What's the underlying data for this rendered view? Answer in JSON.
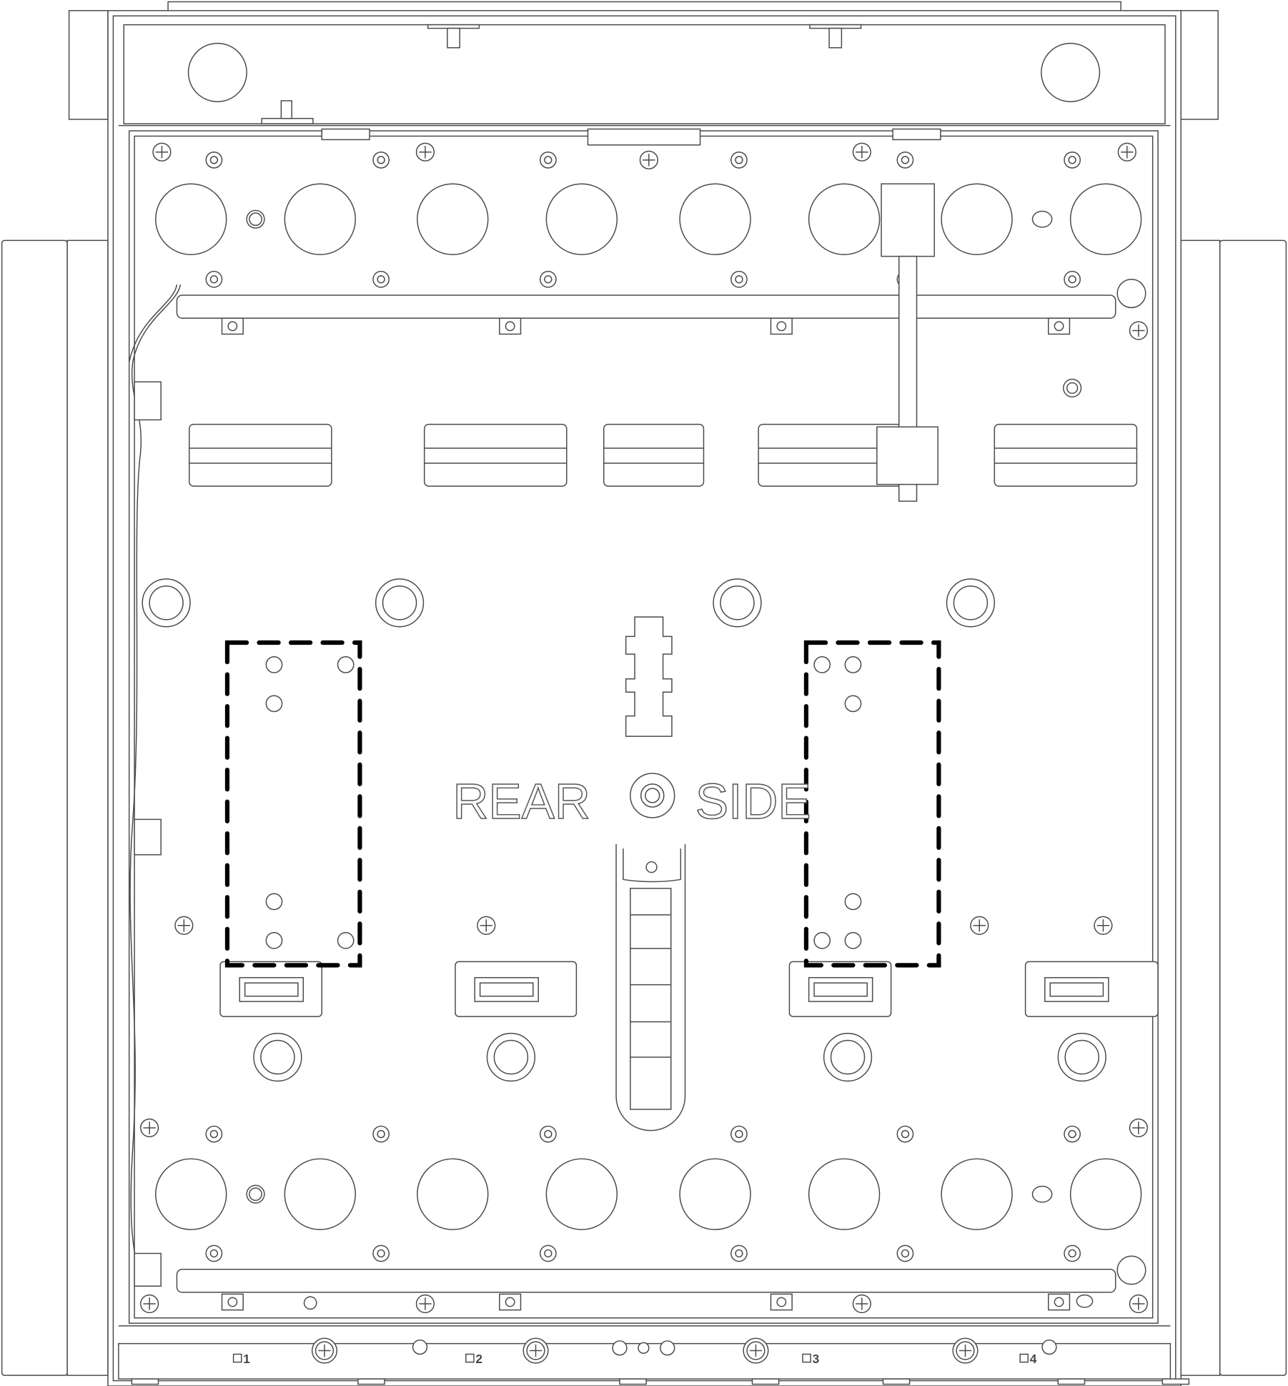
{
  "diagram": {
    "center_labels": {
      "left": "REAR",
      "right": "SIDE"
    },
    "bay_labels": [
      "1",
      "2",
      "3",
      "4"
    ],
    "highlighted_regions": 2,
    "colors": {
      "line": "#4a4a4a",
      "highlight": "#000000"
    }
  }
}
